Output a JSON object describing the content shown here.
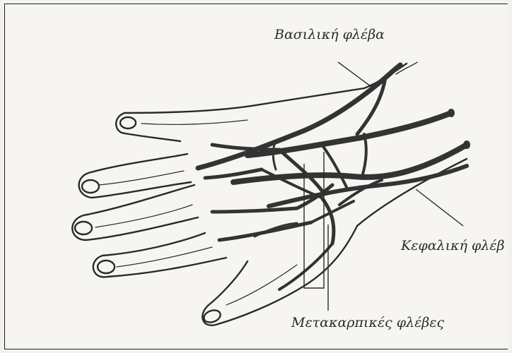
{
  "labels": {
    "basilic": "Βασιλική φλέβα",
    "cephalic": "Κεφαλική φλέβ",
    "metacarpal": "Μετακαρπικές φλέβες"
  },
  "colors": {
    "ink": "#2a2a2a",
    "paper": "#f6f5f1",
    "vein": "#333333"
  }
}
